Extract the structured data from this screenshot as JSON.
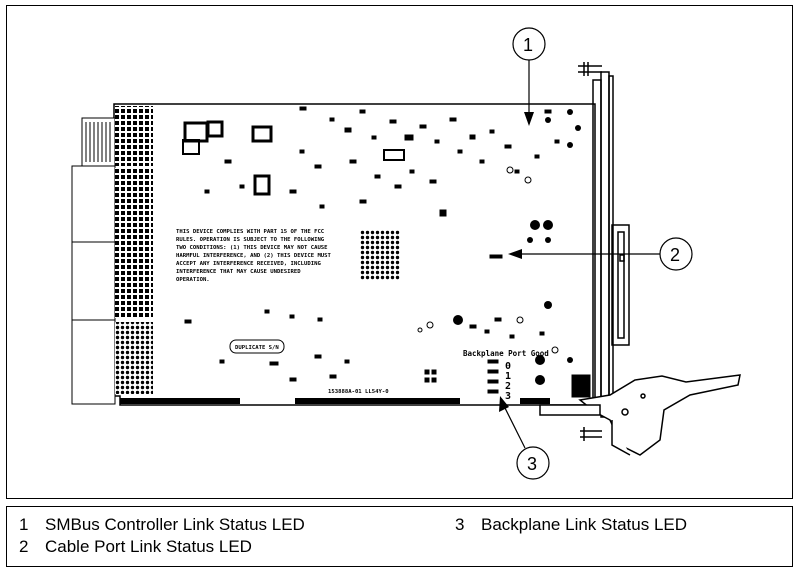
{
  "diagram": {
    "fcc_notice": [
      "THIS DEVICE COMPLIES WITH PART 15 OF THE FCC",
      "RULES. OPERATION IS SUBJECT TO THE FOLLOWING",
      "TWO CONDITIONS: (1) THIS DEVICE MAY NOT CAUSE",
      "HARMFUL INTERFERENCE, AND (2) THIS DEVICE MUST",
      "ACCEPT ANY INTERFERENCE RECEIVED, INCLUDING",
      "INTERFERENCE THAT MAY CAUSE UNDESIRED",
      "OPERATION."
    ],
    "duplicate_label": "DUPLICATE S/N",
    "part_number": "153888A-01 LL54Y-0",
    "backplane_title": "Backplane Port Good",
    "backplane_ports": [
      "0",
      "1",
      "2",
      "3"
    ],
    "callouts": [
      "1",
      "2",
      "3"
    ]
  },
  "legend": {
    "items": [
      {
        "num": "1",
        "label": "SMBus Controller Link Status LED"
      },
      {
        "num": "2",
        "label": "Cable Port Link Status LED"
      },
      {
        "num": "3",
        "label": "Backplane Link Status LED"
      }
    ]
  }
}
